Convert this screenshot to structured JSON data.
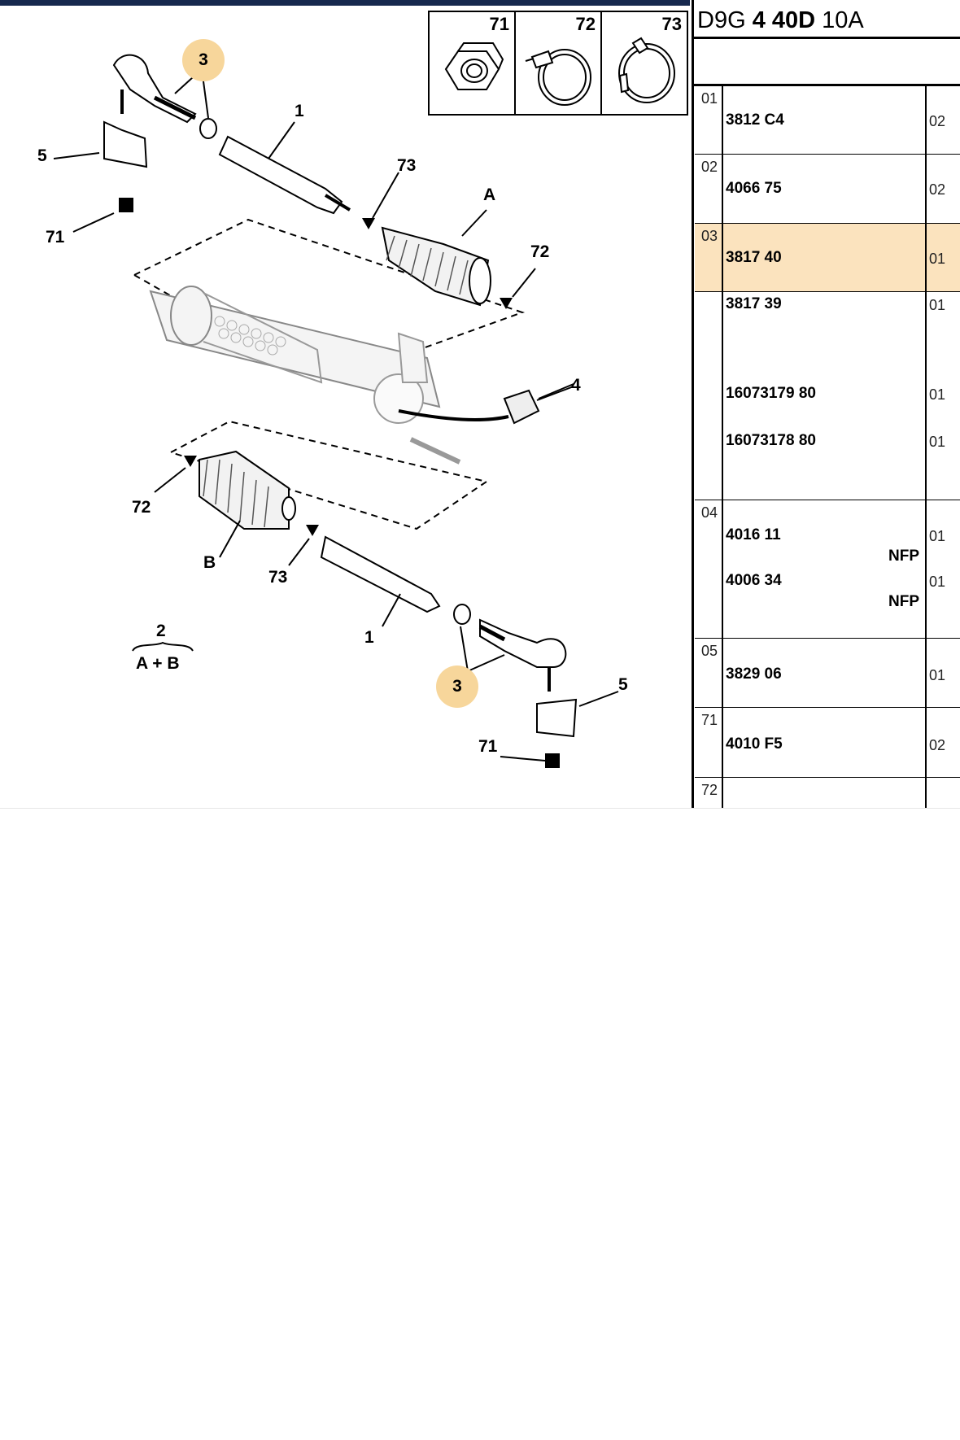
{
  "diagram": {
    "thumbnails": [
      {
        "num": "71",
        "icon": "lock-nut-icon"
      },
      {
        "num": "72",
        "icon": "hose-clamp-icon"
      },
      {
        "num": "73",
        "icon": "band-clamp-icon"
      }
    ],
    "callouts": {
      "c3_top": "3",
      "c1_top": "1",
      "c5_top": "5",
      "c73_top": "73",
      "cA": "A",
      "c71_top": "71",
      "c72_top": "72",
      "c4": "4",
      "c72_bot": "72",
      "cB": "B",
      "c73_bot": "73",
      "c2": "2",
      "cAB": "A + B",
      "c1_bot": "1",
      "c3_bot": "3",
      "c5_bot": "5",
      "c71_bot": "71"
    }
  },
  "panel": {
    "header": {
      "part1": "D9G",
      "part2": "4",
      "part3": "40D",
      "part4": "10A"
    },
    "rows": [
      {
        "idx": "01",
        "part": "3812 C4",
        "qty": "02"
      },
      {
        "idx": "02",
        "part": "4066 75",
        "qty": "02"
      },
      {
        "idx": "03",
        "part": "3817 40",
        "qty": "01",
        "highlight": true
      },
      {
        "idx": "",
        "part": "3817 39",
        "qty": "01"
      },
      {
        "idx": "",
        "part": "16073179 80",
        "qty": "01"
      },
      {
        "idx": "",
        "part": "16073178 80",
        "qty": "01"
      },
      {
        "idx": "04",
        "part": "4016 11",
        "qty": "01",
        "note": "NFP"
      },
      {
        "idx": "",
        "part": "4006 34",
        "qty": "01",
        "note": "NFP"
      },
      {
        "idx": "05",
        "part": "3829 06",
        "qty": "01"
      },
      {
        "idx": "71",
        "part": "4010 F5",
        "qty": "02"
      },
      {
        "idx": "72",
        "part": "",
        "qty": ""
      }
    ]
  },
  "colors": {
    "topbar": "#16284e",
    "highlight": "#fbe3be",
    "callout_circle": "#f7d69b"
  }
}
